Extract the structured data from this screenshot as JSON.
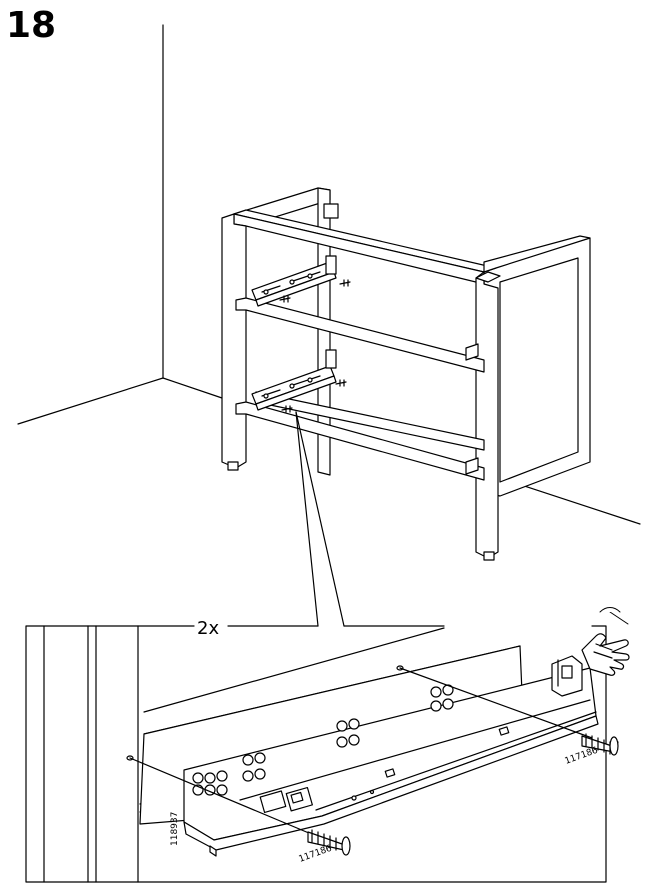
{
  "step": {
    "number": "18"
  },
  "callout": {
    "quantity": "2x"
  },
  "parts": {
    "screw_label_right": "117186",
    "screw_label_left": "117186",
    "rail_label": "118937"
  },
  "icons": {
    "hand": "pointing-hand-icon"
  },
  "colors": {
    "ink": "#000000",
    "paper": "#ffffff",
    "shade": "#d9d9d9"
  }
}
